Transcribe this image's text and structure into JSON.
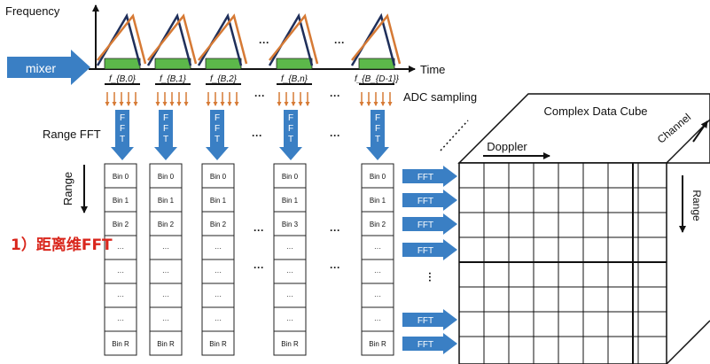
{
  "axis": {
    "frequency_label": "Frequency",
    "time_label": "Time",
    "range_label": "Range"
  },
  "mixer_label": "mixer",
  "adc_label": "ADC sampling",
  "range_fft_label": "Range FFT",
  "chirp_labels": [
    "f_{B,0}",
    "f_{B,1}",
    "f_{B,2}",
    "f_{B,n}",
    "f_{B_{D-1}}"
  ],
  "ellipsis": "···",
  "fft_vertical_letters": [
    "F",
    "F",
    "T"
  ],
  "fft_label": "FFT",
  "bin_columns": [
    [
      "Bin 0",
      "Bin 1",
      "Bin 2",
      "···",
      "···",
      "···",
      "···",
      "Bin R"
    ],
    [
      "Bin 0",
      "Bin 1",
      "Bin 2",
      "···",
      "···",
      "···",
      "···",
      "Bin R"
    ],
    [
      "Bin 0",
      "Bin 1",
      "Bin 2",
      "···",
      "···",
      "···",
      "···",
      "Bin R"
    ],
    [
      "Bin 0",
      "Bin 1",
      "Bin 3",
      "···",
      "···",
      "···",
      "···",
      "Bin R"
    ],
    [
      "Bin 0",
      "Bin 1",
      "Bin 2",
      "···",
      "···",
      "···",
      "···",
      "Bin R"
    ]
  ],
  "cube": {
    "title": "Complex Data Cube",
    "doppler_label": "Doppler",
    "channel_label": "Channel",
    "range_label": "Range"
  },
  "step_title": "1）距离维FFT",
  "colors": {
    "accent_blue": "#3a7fc4",
    "chirp_orange": "#d67a35",
    "chirp_navy": "#1f2f5a",
    "bar_green": "#5cb84a",
    "title_red": "#d9261c"
  }
}
